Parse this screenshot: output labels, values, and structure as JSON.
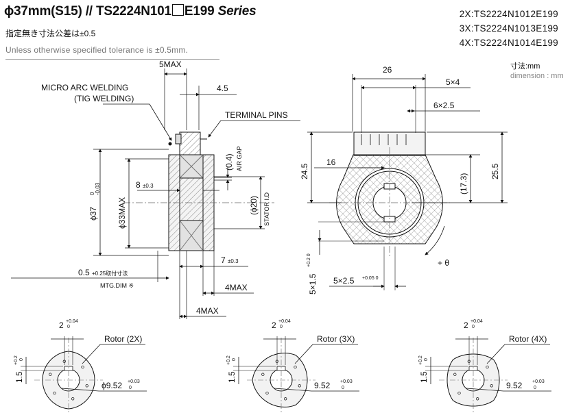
{
  "header": {
    "title_main": "ϕ37mm(S15) // TS2224N101",
    "title_suffix": "E199",
    "title_series": "Series",
    "note_jp": "指定無き寸法公差は±0.5",
    "note_en": "Unless otherwise specified tolerance is ±0.5mm."
  },
  "variants": [
    {
      "label": "2X:TS2224N1012E199"
    },
    {
      "label": "3X:TS2224N1013E199"
    },
    {
      "label": "4X:TS2224N1014E199"
    }
  ],
  "units": {
    "jp": "寸法:mm",
    "en": "dimension : mm"
  },
  "side_view": {
    "callouts": {
      "micro_arc_1": "MICRO ARC WELDING",
      "micro_arc_2": "(TIG WELDING)",
      "terminal_pins": "TERMINAL PINS",
      "air_gap_value": "(0.4)",
      "air_gap": "AIR GAP",
      "stator_id_value": "(ϕ20)",
      "stator_id": "STATOR I.D",
      "mtg_tol": "0.5",
      "mtg_tol_small": "+0.25取付寸法",
      "mtg_dim": "MTG.DIM ※"
    },
    "dims": {
      "max5": "5MAX",
      "d45": "4.5",
      "d8": "8",
      "d8_tol": "±0.3",
      "d7": "7",
      "d7_tol": "±0.3",
      "max4a": "4MAX",
      "max4b": "4MAX",
      "phi37": "ϕ37",
      "phi37_up": "0",
      "phi37_lo": "-0.03",
      "phi33": "ϕ33MAX"
    }
  },
  "front_view": {
    "dims": {
      "d26": "26",
      "d5x4": "5×4",
      "d6x25": "6×2.5",
      "d245": "24.5",
      "d16": "16",
      "d173": "(17.3)",
      "d255": "25.5",
      "rotation": "+ θ",
      "keyway_h": "5×1.5",
      "keyway_h_tol": "+0.2 0",
      "keyway_w": "5×2.5",
      "keyway_w_tol": "+0.05 0"
    }
  },
  "rotors": [
    {
      "label": "Rotor (2X)",
      "width": "2",
      "width_tol": "+0.04 0",
      "height": "1.5",
      "height_tol": "+0.2 0",
      "bore": "ϕ9.52",
      "bore_tol": "+0.03 0"
    },
    {
      "label": "Rotor (3X)",
      "width": "2",
      "width_tol": "+0.04 0",
      "height": "1.5",
      "height_tol": "+0.2 0",
      "bore": "9.52",
      "bore_tol": "+0.03 0"
    },
    {
      "label": "Rotor (4X)",
      "width": "2",
      "width_tol": "+0.04 0",
      "height": "1.5",
      "height_tol": "+0.2 0",
      "bore": "9.52",
      "bore_tol": "+0.03 0"
    }
  ]
}
